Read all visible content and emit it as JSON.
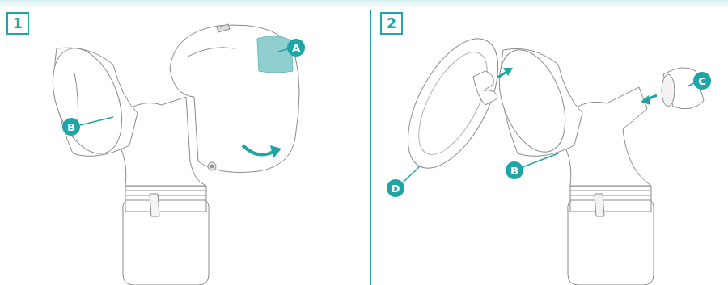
{
  "diagram": {
    "nodes": [
      {
        "text": [
          "1"
        ]
      },
      {
        "text": [
          "A"
        ]
      },
      {
        "text": [
          "B"
        ]
      },
      {
        "text": [
          "2"
        ]
      },
      {
        "text": [
          "D"
        ]
      },
      {
        "text": [
          "B"
        ]
      },
      {
        "text": [
          "C"
        ]
      }
    ]
  }
}
